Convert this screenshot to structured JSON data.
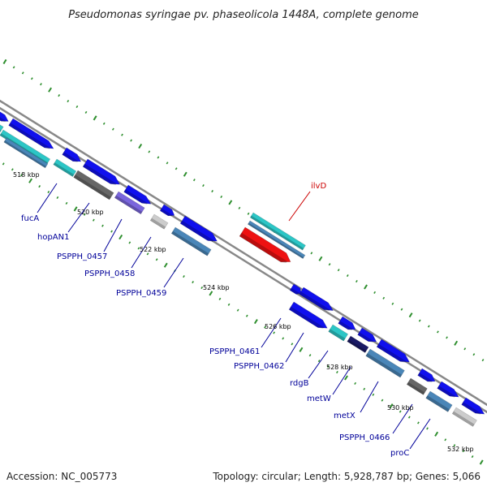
{
  "title": "Pseudomonas syringae pv. phaseolicola 1448A, complete genome",
  "footer": {
    "accession": "Accession: NC_005773",
    "topology": "Topology: circular; Length: 5,928,787 bp; Genes: 5,066"
  },
  "colors": {
    "backbone": "#888888",
    "tick": "#2f8f2f",
    "gene_label": "#000099",
    "highlight_label": "#cc0000",
    "cds": "#1010ee",
    "teal": "#2cc6c6",
    "steel": "#4a86b8",
    "gray": "#666666",
    "lightgray": "#cccccc",
    "purple": "#7a66dd",
    "red": "#ee1111",
    "navy": "#1a1a66"
  },
  "kbp_labels": [
    "518 kbp",
    "520 kbp",
    "522 kbp",
    "524 kbp",
    "526 kbp",
    "528 kbp",
    "530 kbp",
    "532 kbp"
  ],
  "gene_labels": [
    {
      "text": "fucA",
      "type": "normal"
    },
    {
      "text": "hopAN1",
      "type": "normal"
    },
    {
      "text": "PSPPH_0457",
      "type": "normal"
    },
    {
      "text": "PSPPH_0458",
      "type": "normal"
    },
    {
      "text": "PSPPH_0459",
      "type": "normal"
    },
    {
      "text": "ilvD",
      "type": "highlight"
    },
    {
      "text": "PSPPH_0461",
      "type": "normal"
    },
    {
      "text": "PSPPH_0462",
      "type": "normal"
    },
    {
      "text": "rdgB",
      "type": "normal"
    },
    {
      "text": "metW",
      "type": "normal"
    },
    {
      "text": "metX",
      "type": "normal"
    },
    {
      "text": "PSPPH_0466",
      "type": "normal"
    },
    {
      "text": "proC",
      "type": "normal"
    }
  ]
}
